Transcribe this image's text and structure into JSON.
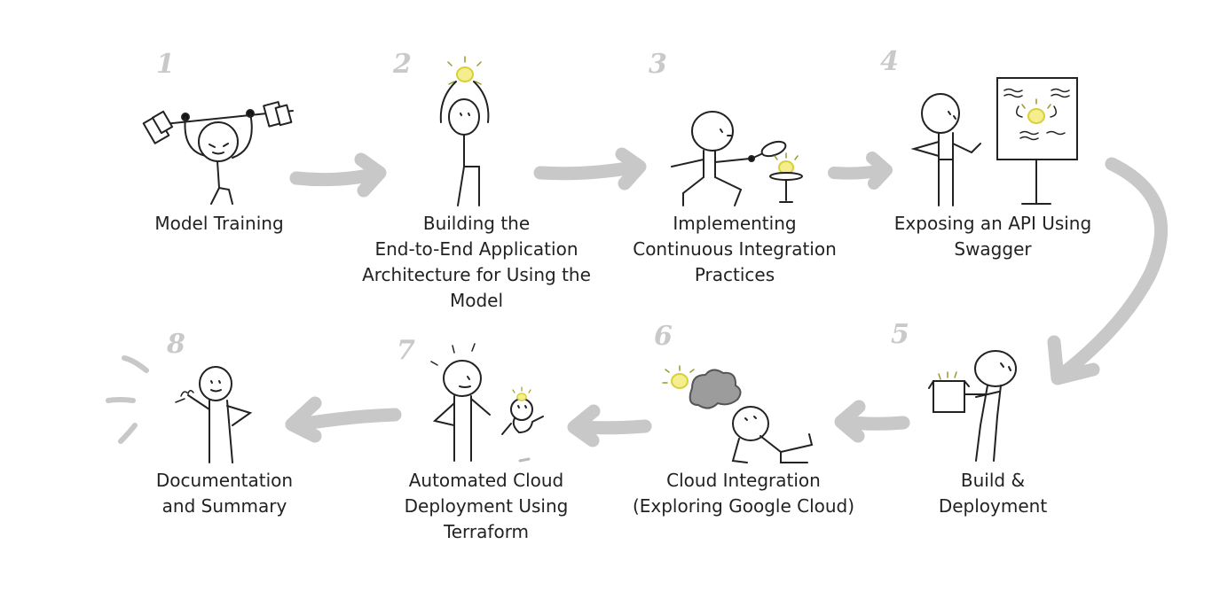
{
  "steps": [
    {
      "number": "1",
      "lines": [
        "Model Training"
      ],
      "illustration": "weightlifter-stick-figure"
    },
    {
      "number": "2",
      "lines": [
        "Building the",
        "End-to-End Application",
        "Architecture for Using the",
        "Model"
      ],
      "illustration": "stick-figure-holding-lightbulb"
    },
    {
      "number": "3",
      "lines": [
        "Implementing",
        "Continuous Integration",
        "Practices"
      ],
      "illustration": "stick-figure-with-magnifier"
    },
    {
      "number": "4",
      "lines": [
        "Exposing an API Using",
        "Swagger"
      ],
      "illustration": "stick-figure-presenting-flipchart"
    },
    {
      "number": "5",
      "lines": [
        "Build &",
        "Deployment"
      ],
      "illustration": "stick-figure-carrying-box"
    },
    {
      "number": "6",
      "lines": [
        "Cloud Integration",
        "(Exploring Google Cloud)"
      ],
      "illustration": "stick-figure-lying-under-cloud"
    },
    {
      "number": "7",
      "lines": [
        "Automated Cloud",
        "Deployment Using",
        "Terraform"
      ],
      "illustration": "stick-figure-with-robot"
    },
    {
      "number": "8",
      "lines": [
        "Documentation",
        "and Summary"
      ],
      "illustration": "stick-figure-waving"
    }
  ],
  "colors": {
    "arrow": "#c8c8c8",
    "step_number": "#c9c9c9",
    "text": "#222222",
    "idea_bulb": "#f4ee8c",
    "cloud": "#9c9c9c",
    "line": "#222222"
  }
}
